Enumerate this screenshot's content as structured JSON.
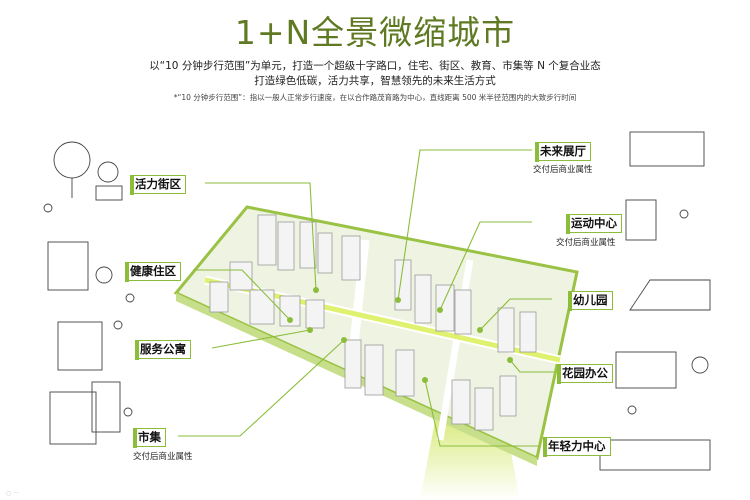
{
  "title": "1+N全景微缩城市",
  "subtitle_line1": "以“10 分钟步行范围”为单元，打造一个超级十字路口，住宅、街区、教育、市集等 N 个复合业态",
  "subtitle_line2": "打造绿色低碳，活力共享，智慧领先的未来生活方式",
  "footnote": "*“10 分钟步行范围”：指以一般人正常步行速度，在以合作路茂育路为中心，直线距离 500 米半径范围内的大致步行时间",
  "labels": {
    "huoli": "活力街区",
    "jiankang": "健康住区",
    "fuwu": "服务公寓",
    "shiji": "市集",
    "weilai": "未来展厅",
    "yundong": "运动中心",
    "youer": "幼儿园",
    "huayuan": "花园办公",
    "nianqing": "年轻力中心"
  },
  "notes": {
    "shiji": "交付后商业属性",
    "weilai": "交付后商业属性",
    "yundong": "交付后商业属性"
  },
  "colors": {
    "title": "#5f7a22",
    "accent": "#8cbd3a",
    "glow": "#d7ec5a"
  },
  "corner_mark": "○ ···"
}
